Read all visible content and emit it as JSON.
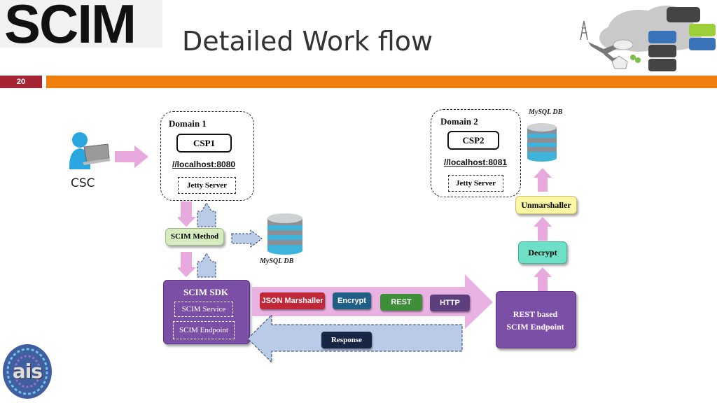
{
  "header": {
    "logo_text": "SCIM",
    "title": "Detailed Work flow",
    "slide_number": "20",
    "colors": {
      "slide_badge": "#a52535",
      "accent_bar": "#ee7f0d"
    }
  },
  "client": {
    "label": "CSC"
  },
  "domain1": {
    "label": "Domain 1",
    "csp": "CSP1",
    "host": "//localhost:8080",
    "server": "Jetty Server"
  },
  "domain2": {
    "label": "Domain 2",
    "csp": "CSP2",
    "host": "//localhost:8081",
    "server": "Jetty Server"
  },
  "scim_method": {
    "label": "SCIM Method"
  },
  "db_left": {
    "label": "MySQL DB"
  },
  "db_right": {
    "label": "MySQL DB"
  },
  "sdk": {
    "title": "SCIM SDK",
    "items": [
      "SCIM Service",
      "SCIM Endpoint"
    ]
  },
  "pipeline": {
    "steps": [
      {
        "label": "JSON Marshaller",
        "color": "#c0283a"
      },
      {
        "label": "Encrypt",
        "color": "#1f5f86"
      },
      {
        "label": "REST",
        "color": "#3f8f3a"
      },
      {
        "label": "HTTP",
        "color": "#5d3f7e"
      }
    ],
    "response": "Response"
  },
  "endpoint": {
    "line1": "REST based",
    "line2": "SCIM Endpoint"
  },
  "decrypt": {
    "label": "Decrypt"
  },
  "unmarshaller": {
    "label": "Unmarshaller"
  },
  "footer_logo": {
    "text": "ais"
  }
}
